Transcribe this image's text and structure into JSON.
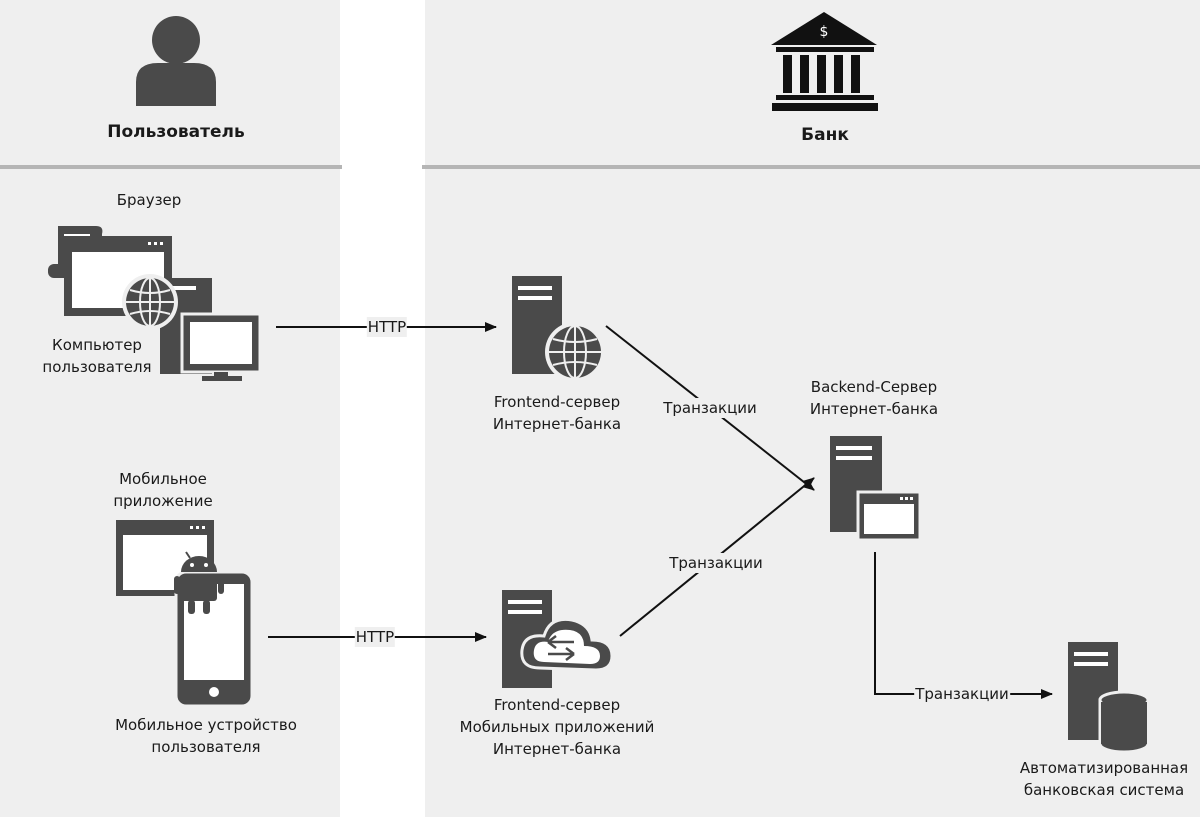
{
  "lanes": {
    "user": {
      "title": "Пользователь"
    },
    "bank": {
      "title": "Банк"
    }
  },
  "nodes": {
    "browser_label": "Браузер",
    "user_computer": {
      "line1": "Компьютер",
      "line2": "пользователя"
    },
    "mobile_app_label": {
      "line1": "Мобильное",
      "line2": "приложение"
    },
    "mobile_device": {
      "line1": "Мобильное устройство",
      "line2": "пользователя"
    },
    "frontend_ib": {
      "line1": "Frontend-сервер",
      "line2": "Интернет-банка"
    },
    "frontend_mobile": {
      "line1": "Frontend-сервер",
      "line2": "Мобильных приложений",
      "line3": "Интернет-банка"
    },
    "backend": {
      "line1": "Backend-Сервер",
      "line2": "Интернет-банка"
    },
    "abs": {
      "line1": "Автоматизированная",
      "line2": "банковская система"
    }
  },
  "edges": {
    "http_top": "HTTP",
    "http_bottom": "HTTP",
    "tx_upper": "Транзакции",
    "tx_lower": "Транзакции",
    "tx_abs": "Транзакции"
  },
  "icons": {
    "person": "person-icon",
    "bank": "bank-icon",
    "dollar": "$"
  },
  "colors": {
    "icon": "#4a4a4a",
    "lane": "#efefef",
    "divider": "#b5b5b5"
  }
}
